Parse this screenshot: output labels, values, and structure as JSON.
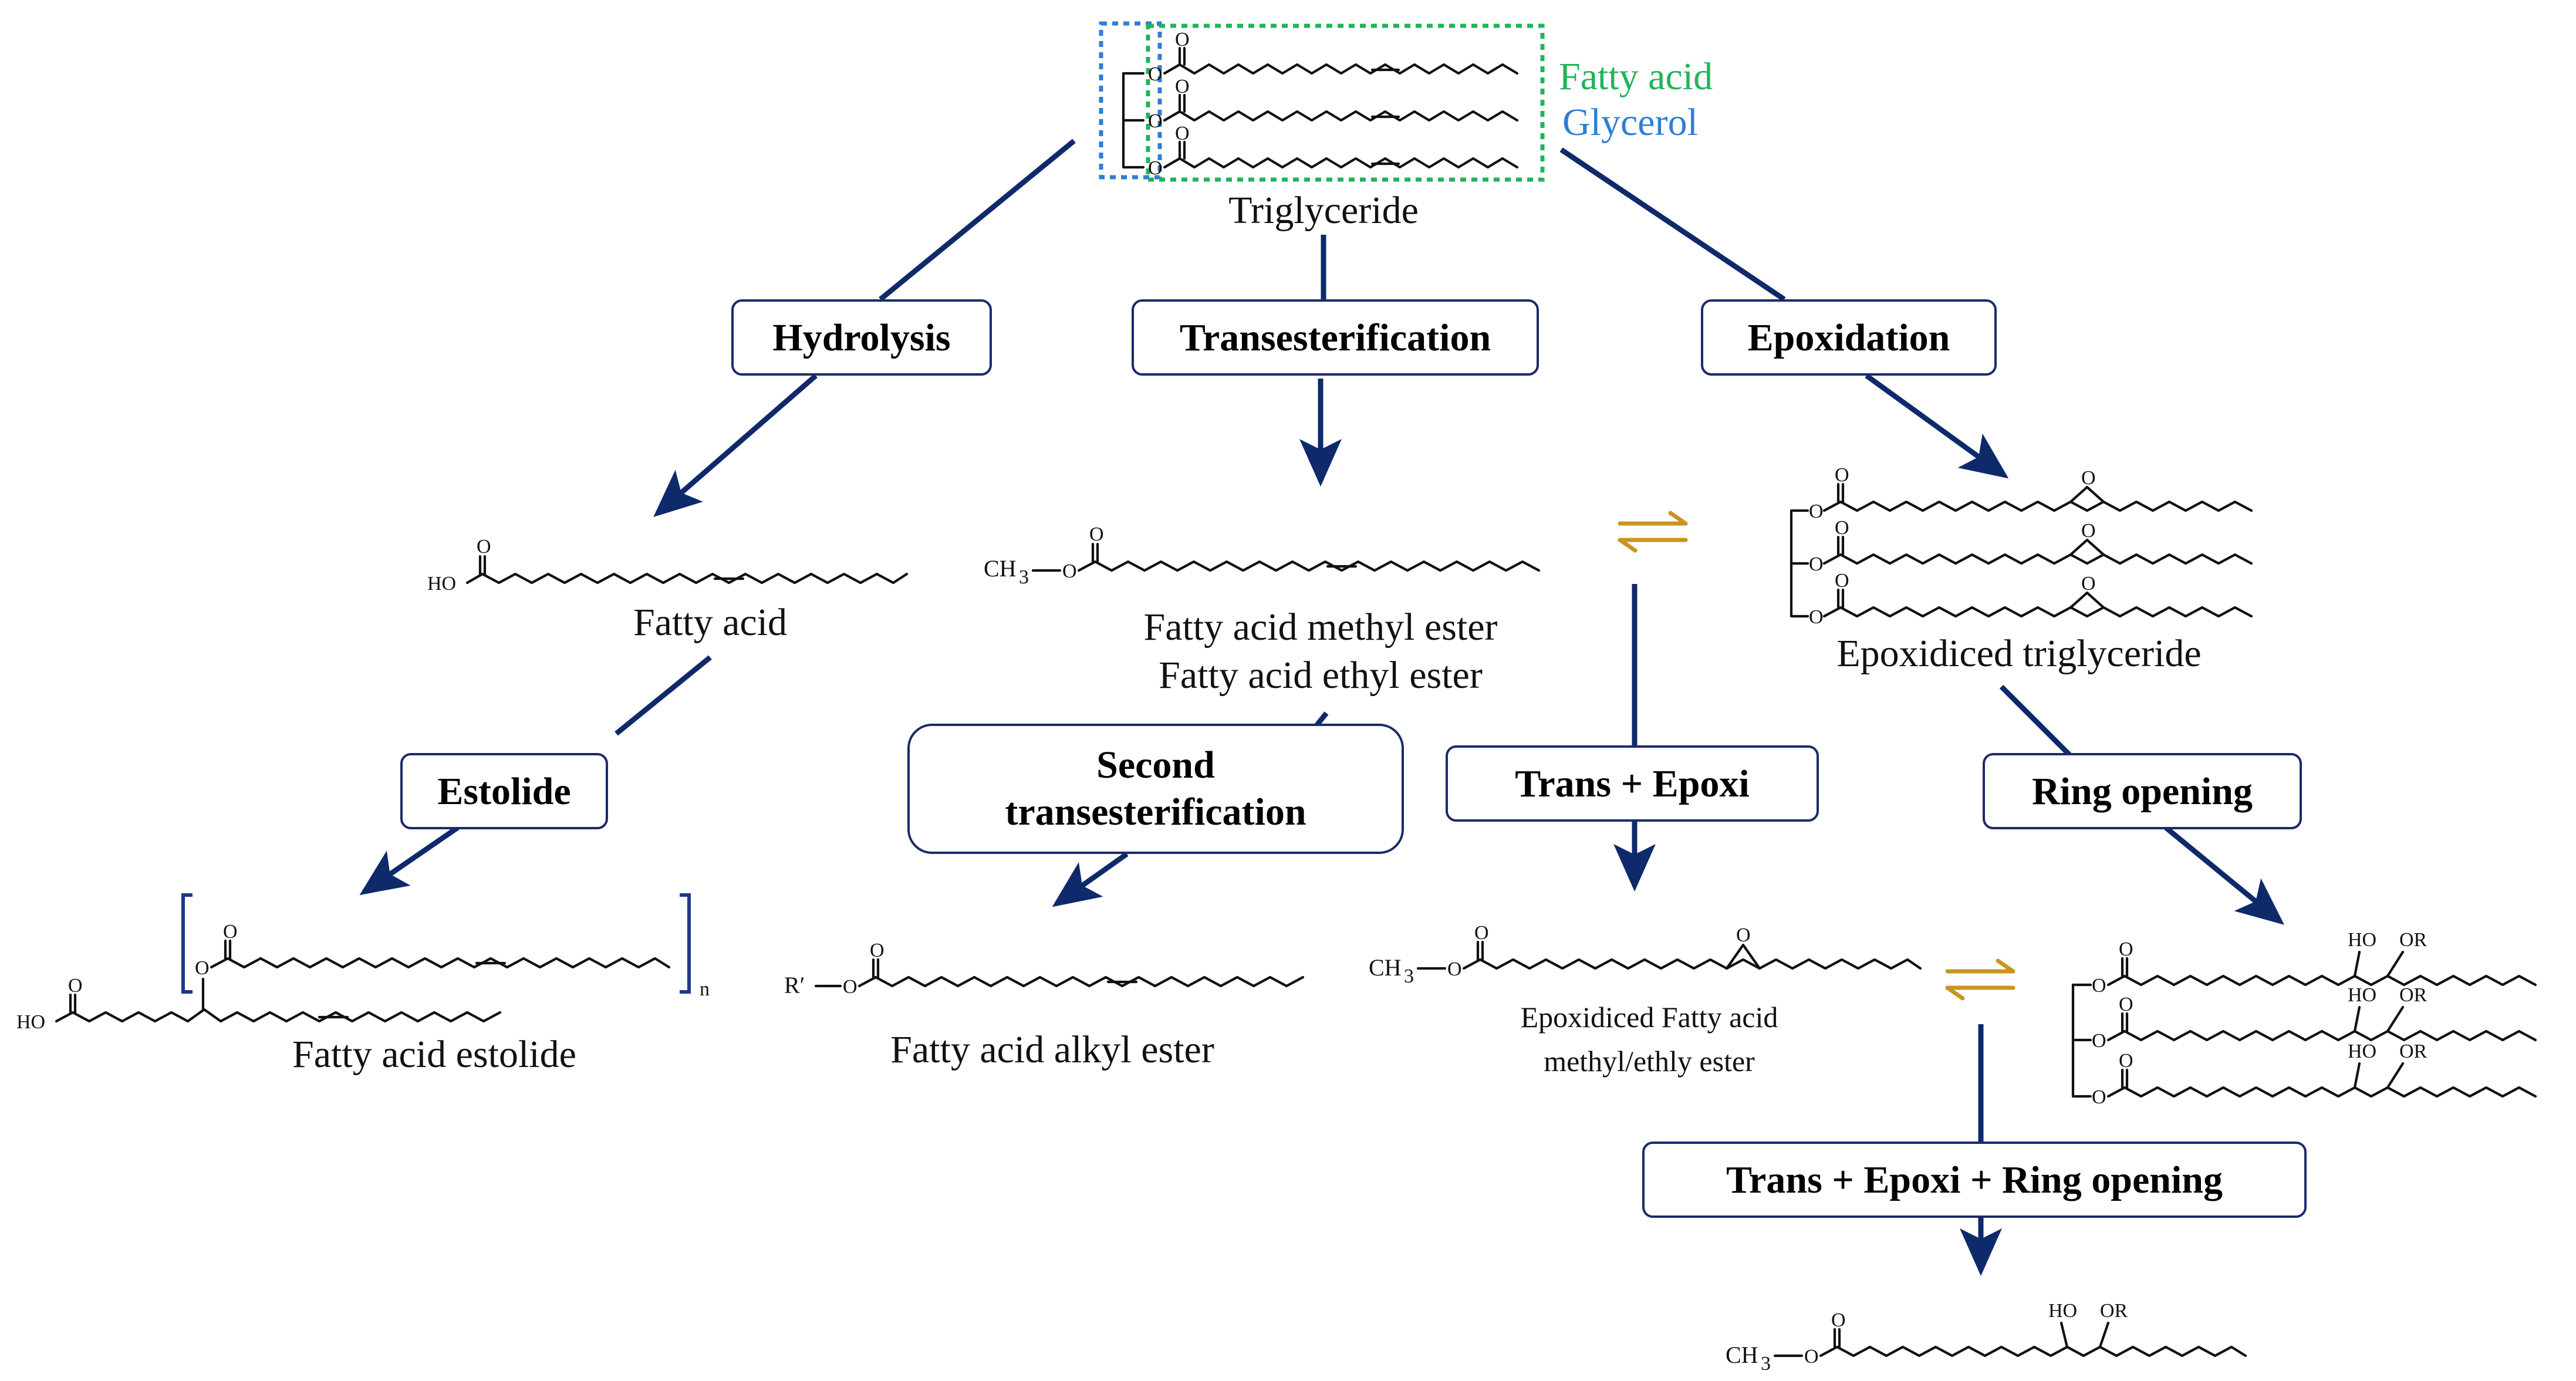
{
  "triglyceride": {
    "title": "Triglyceride",
    "fatty_acid_tag": "Fatty acid",
    "glycerol_tag": "Glycerol"
  },
  "process_boxes": {
    "hydrolysis": "Hydrolysis",
    "transesterification": "Transesterification",
    "epoxidation": "Epoxidation",
    "estolide": "Estolide",
    "second_trans_line1": "Second",
    "second_trans_line2": "transesterification",
    "trans_epoxi": "Trans + Epoxi",
    "ring_opening": "Ring opening",
    "trans_epoxi_ring": "Trans + Epoxi + Ring opening"
  },
  "products": {
    "fatty_acid": "Fatty acid",
    "fame_line1": "Fatty acid methyl ester",
    "fame_line2": "Fatty acid ethyl ester",
    "epoxidized_tg": "Epoxidiced triglyceride",
    "estolide_product": "Fatty acid estolide",
    "alkyl_ester": "Fatty acid alkyl ester",
    "epox_fame_line1": "Epoxidiced  Fatty acid",
    "epox_fame_line2": "methyl/ethly ester"
  },
  "atoms": {
    "O": "O",
    "HO": "HO",
    "CH3": "CH",
    "sub3": "3",
    "R_prime": "R′",
    "OR": "OR",
    "n": "n"
  },
  "colors": {
    "arrow": "#0f2a6b",
    "box_border": "#1b2a6b",
    "fatty_acid_tag": "#22b35a",
    "glycerol_tag": "#2f7fd1",
    "equilibrium": "#c8961e"
  },
  "icons": {
    "equilibrium": "equilibrium-arrows-icon"
  }
}
